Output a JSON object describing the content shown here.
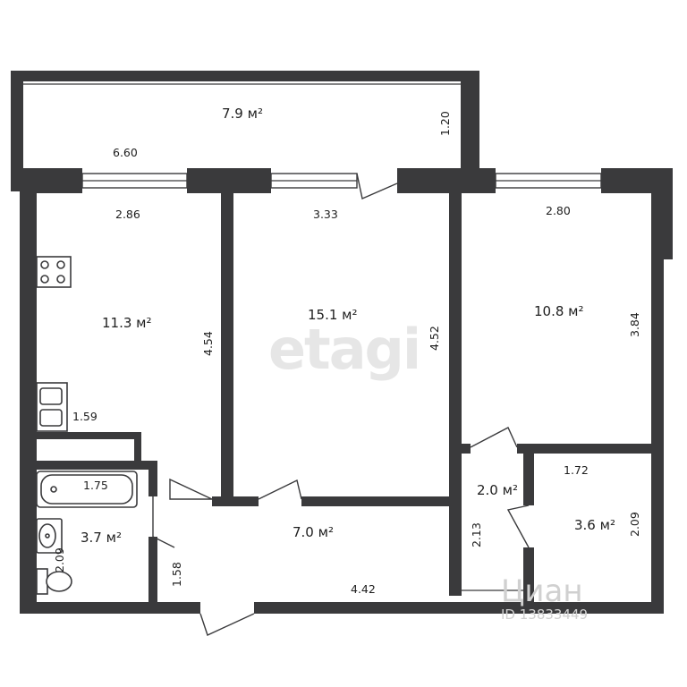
{
  "rooms": {
    "balcony": {
      "area": "7.9 м²",
      "length": "6.60",
      "width": "1.20"
    },
    "kitchen": {
      "area": "11.3 м²",
      "width": "2.86",
      "length": "4.54",
      "counter": "1.59"
    },
    "living": {
      "area": "15.1 м²",
      "width": "3.33",
      "length": "4.52"
    },
    "bedroom": {
      "area": "10.8 м²",
      "width": "2.80",
      "length": "3.84"
    },
    "closet": {
      "area": "2.0 м²",
      "length": "2.13"
    },
    "small_room": {
      "area": "3.6 м²",
      "width": "1.72",
      "length": "2.09"
    },
    "hall": {
      "area": "7.0 м²",
      "length": "4.42",
      "width": "1.58"
    },
    "bathroom": {
      "area": "3.7 м²",
      "tub": "1.75",
      "length": "2.09"
    }
  },
  "watermarks": {
    "main": "etagi",
    "cian": "Циан",
    "cian_id": "ID 13833449"
  }
}
